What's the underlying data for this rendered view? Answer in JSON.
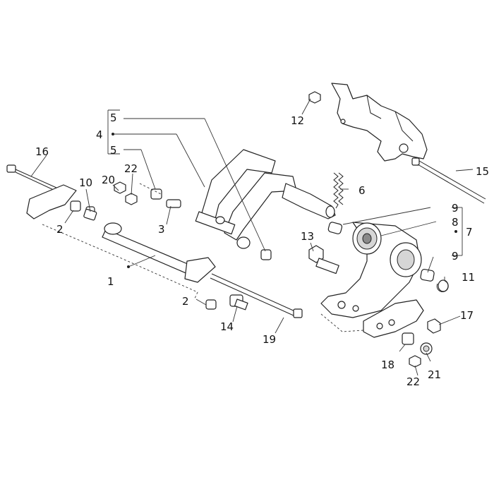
{
  "callouts": {
    "c1": "1",
    "c2a": "2",
    "c2b": "2",
    "c3": "3",
    "c4": "4",
    "c5a": "5",
    "c5b": "5",
    "c6": "6",
    "c7": "7",
    "c8": "8",
    "c9a": "9",
    "c9b": "9",
    "c10": "10",
    "c11": "11",
    "c12": "12",
    "c13": "13",
    "c14": "14",
    "c15": "15",
    "c16": "16",
    "c17": "17",
    "c18": "18",
    "c19": "19",
    "c20": "20",
    "c21": "21",
    "c22a": "22",
    "c22b": "22"
  }
}
